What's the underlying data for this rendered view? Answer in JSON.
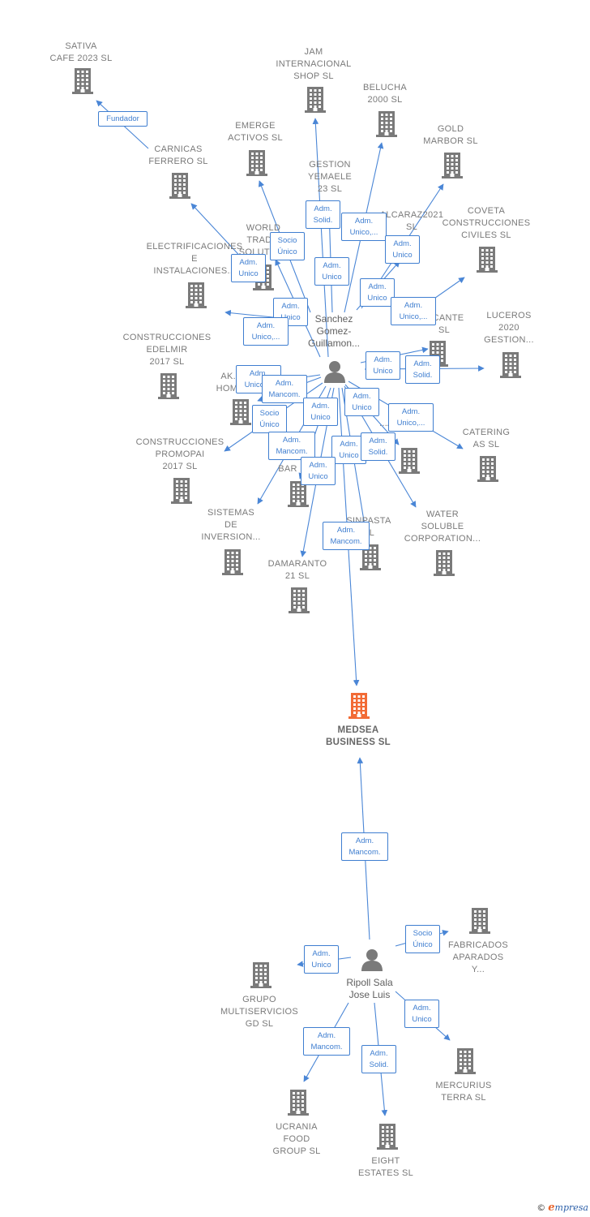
{
  "colors": {
    "edge": "#4a86d6",
    "building": "#7a7a7a",
    "focus": "#f26b35",
    "badge": "#3f7ed0",
    "person": "#7a7a7a"
  },
  "focus_company": {
    "name": "MEDSEA BUSINESS SL",
    "lines": [
      "MEDSEA",
      "BUSINESS SL"
    ]
  },
  "people": [
    {
      "id": "p1",
      "lines": [
        "Sanchez",
        "Gomez-",
        "Guillamon..."
      ]
    },
    {
      "id": "p2",
      "lines": [
        "Ripoll Sala",
        "Jose Luis"
      ]
    }
  ],
  "companies": [
    {
      "id": "sativa",
      "lines": [
        "SATIVA",
        "CAFE 2023 SL"
      ]
    },
    {
      "id": "jam",
      "lines": [
        "JAM",
        "INTERNACIONAL",
        "SHOP SL"
      ]
    },
    {
      "id": "belucha",
      "lines": [
        "BELUCHA",
        "2000 SL"
      ]
    },
    {
      "id": "gold",
      "lines": [
        "GOLD",
        "MARBOR SL"
      ]
    },
    {
      "id": "carnicas",
      "lines": [
        "CARNICAS",
        "FERRERO SL"
      ]
    },
    {
      "id": "emerge",
      "lines": [
        "EMERGE",
        "ACTIVOS SL"
      ]
    },
    {
      "id": "gestion",
      "lines": [
        "GESTION",
        "YEMAELE",
        "23 SL"
      ]
    },
    {
      "id": "alcaraz",
      "lines": [
        "ALCARAZ2021",
        "SL"
      ]
    },
    {
      "id": "coveta",
      "lines": [
        "COVETA",
        "CONSTRUCCIONES",
        "CIVILES SL"
      ]
    },
    {
      "id": "world",
      "lines": [
        "WORLD",
        "TRAD...",
        "SOLUTIO..."
      ]
    },
    {
      "id": "electri",
      "lines": [
        "ELECTRIFICACIONES",
        "E",
        "INSTALACIONES..."
      ]
    },
    {
      "id": "alicante",
      "lines": [
        "...CANTE",
        "SL"
      ]
    },
    {
      "id": "luceros",
      "lines": [
        "LUCEROS",
        "2020",
        "GESTION..."
      ]
    },
    {
      "id": "edelmir",
      "lines": [
        "CONSTRUCCIONES",
        "EDELMIR",
        "2017 SL"
      ]
    },
    {
      "id": "akhome",
      "lines": [
        "AK...",
        "HOM..."
      ]
    },
    {
      "id": "oacion",
      "lines": [
        "O...",
        "...ACION SL"
      ]
    },
    {
      "id": "catering",
      "lines": [
        "CATERING",
        "AS SL"
      ]
    },
    {
      "id": "promopai",
      "lines": [
        "CONSTRUCCIONES",
        "PROMOPAI",
        "2017 SL"
      ]
    },
    {
      "id": "bar",
      "lines": [
        "BAR"
      ]
    },
    {
      "id": "sistemas",
      "lines": [
        "SISTEMAS",
        "DE",
        "INVERSION..."
      ]
    },
    {
      "id": "sinpasta",
      "lines": [
        "SINPASTA",
        "SL"
      ]
    },
    {
      "id": "water",
      "lines": [
        "WATER",
        "SOLUBLE",
        "CORPORATION..."
      ]
    },
    {
      "id": "damaranto",
      "lines": [
        "DAMARANTO",
        "21 SL"
      ]
    },
    {
      "id": "fabricados",
      "lines": [
        "FABRICADOS",
        "APARADOS",
        "Y..."
      ]
    },
    {
      "id": "grupo",
      "lines": [
        "GRUPO",
        "MULTISERVICIOS",
        "GD SL"
      ]
    },
    {
      "id": "mercurius",
      "lines": [
        "MERCURIUS",
        "TERRA SL"
      ]
    },
    {
      "id": "ucrania",
      "lines": [
        "UCRANIA",
        "FOOD",
        "GROUP SL"
      ]
    },
    {
      "id": "eight",
      "lines": [
        "EIGHT",
        "ESTATES SL"
      ]
    }
  ],
  "badges": [
    {
      "id": "b_fundador",
      "lines": [
        "Fundador"
      ]
    },
    {
      "id": "b_gestion",
      "lines": [
        "Adm.",
        "Solid."
      ]
    },
    {
      "id": "b_alcaraz1",
      "lines": [
        "Adm.",
        "Unico,..."
      ]
    },
    {
      "id": "b_alcaraz2",
      "lines": [
        "Adm.",
        "Unico"
      ]
    },
    {
      "id": "b_world",
      "lines": [
        "Socio",
        "Único"
      ]
    },
    {
      "id": "b_electri",
      "lines": [
        "Adm.",
        "Unico"
      ]
    },
    {
      "id": "b_jam",
      "lines": [
        "Adm.",
        "Unico"
      ]
    },
    {
      "id": "b_coveta",
      "lines": [
        "Adm.",
        "Unico"
      ]
    },
    {
      "id": "b_emerge",
      "lines": [
        "Adm.",
        "Unico"
      ]
    },
    {
      "id": "b_alicante",
      "lines": [
        "Adm.",
        "Unico,..."
      ]
    },
    {
      "id": "b_edelmir",
      "lines": [
        "Adm.",
        "Unico,..."
      ]
    },
    {
      "id": "b_akhome",
      "lines": [
        "Adm.",
        "Unico,..."
      ]
    },
    {
      "id": "b_akhome2",
      "lines": [
        "Adm.",
        "Mancom."
      ]
    },
    {
      "id": "b_luceros1",
      "lines": [
        "Adm.",
        "Unico"
      ]
    },
    {
      "id": "b_luceros2",
      "lines": [
        "Adm.",
        "Solid."
      ]
    },
    {
      "id": "b_oacion1",
      "lines": [
        "Adm.",
        "Unico"
      ]
    },
    {
      "id": "b_oacion2",
      "lines": [
        "Adm.",
        "Unico,..."
      ]
    },
    {
      "id": "b_promopai",
      "lines": [
        "Socio",
        "Único"
      ]
    },
    {
      "id": "b_bar1",
      "lines": [
        "Adm.",
        "Unico"
      ]
    },
    {
      "id": "b_bar2",
      "lines": [
        "Adm.",
        "Mancom."
      ]
    },
    {
      "id": "b_sinpasta",
      "lines": [
        "Adm.",
        "Unico"
      ]
    },
    {
      "id": "b_water",
      "lines": [
        "Adm.",
        "Solid."
      ]
    },
    {
      "id": "b_damaranto",
      "lines": [
        "Adm.",
        "Unico"
      ]
    },
    {
      "id": "b_medsea1",
      "lines": [
        "Adm.",
        "Mancom."
      ]
    },
    {
      "id": "b_medsea2",
      "lines": [
        "Adm.",
        "Mancom."
      ]
    },
    {
      "id": "b_fabricados",
      "lines": [
        "Socio",
        "Único"
      ]
    },
    {
      "id": "b_grupo",
      "lines": [
        "Adm.",
        "Unico"
      ]
    },
    {
      "id": "b_mercurius",
      "lines": [
        "Adm.",
        "Unico"
      ]
    },
    {
      "id": "b_ucrania",
      "lines": [
        "Adm.",
        "Mancom."
      ]
    },
    {
      "id": "b_eight",
      "lines": [
        "Adm.",
        "Solid."
      ]
    }
  ],
  "footer": {
    "copyright": "©",
    "brand_initial": "e",
    "brand_rest": "mpresa"
  }
}
